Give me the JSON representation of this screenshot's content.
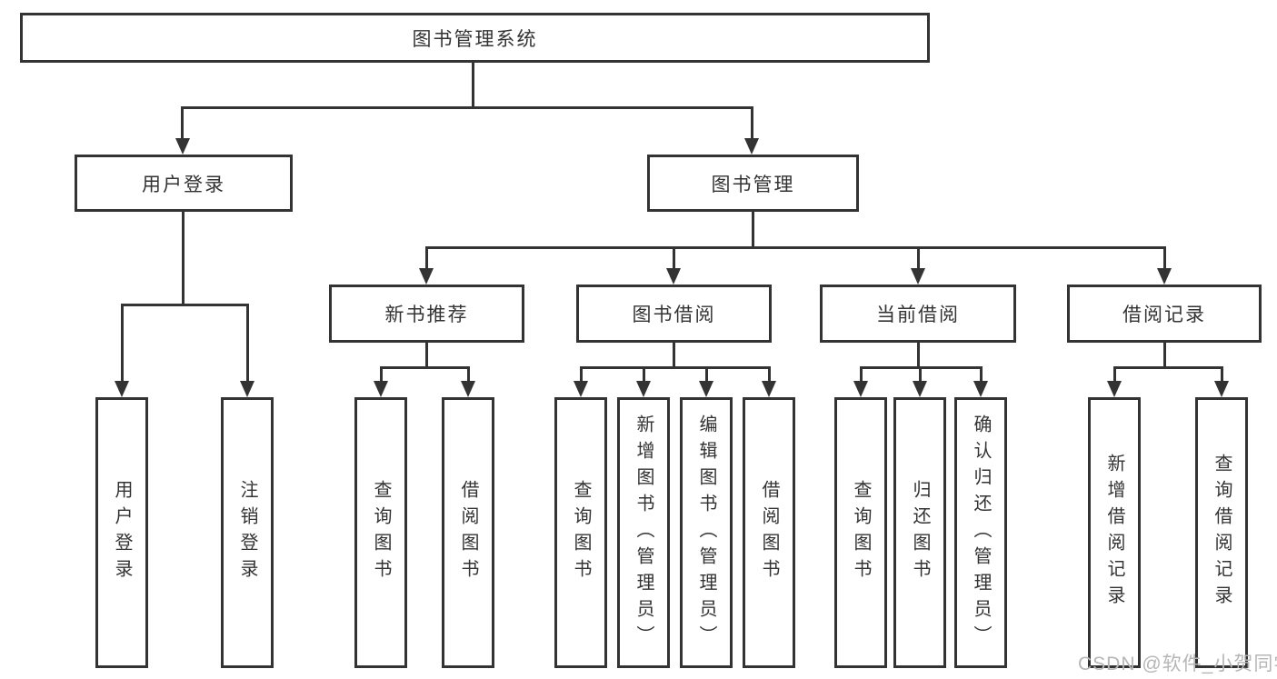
{
  "tree": {
    "label": "图书管理系统",
    "children": [
      {
        "label": "用户登录",
        "children": [
          {
            "label": "用户登录"
          },
          {
            "label": "注销登录"
          }
        ]
      },
      {
        "label": "图书管理",
        "children": [
          {
            "label": "新书推荐",
            "children": [
              {
                "label": "查询图书"
              },
              {
                "label": "借阅图书"
              }
            ]
          },
          {
            "label": "图书借阅",
            "children": [
              {
                "label": "查询图书"
              },
              {
                "label": "新增图书（管理员）"
              },
              {
                "label": "编辑图书（管理员）"
              },
              {
                "label": "借阅图书"
              }
            ]
          },
          {
            "label": "当前借阅",
            "children": [
              {
                "label": "查询图书"
              },
              {
                "label": "归还图书"
              },
              {
                "label": "确认归还（管理员）"
              }
            ]
          },
          {
            "label": "借阅记录",
            "children": [
              {
                "label": "新增借阅记录"
              },
              {
                "label": "查询借阅记录"
              }
            ]
          }
        ]
      }
    ]
  },
  "watermark": "CSDN @软件_小贺同学",
  "colors": {
    "line": "#333333",
    "text": "#333333",
    "watermark": "#b6b6b6",
    "background": "#ffffff"
  }
}
